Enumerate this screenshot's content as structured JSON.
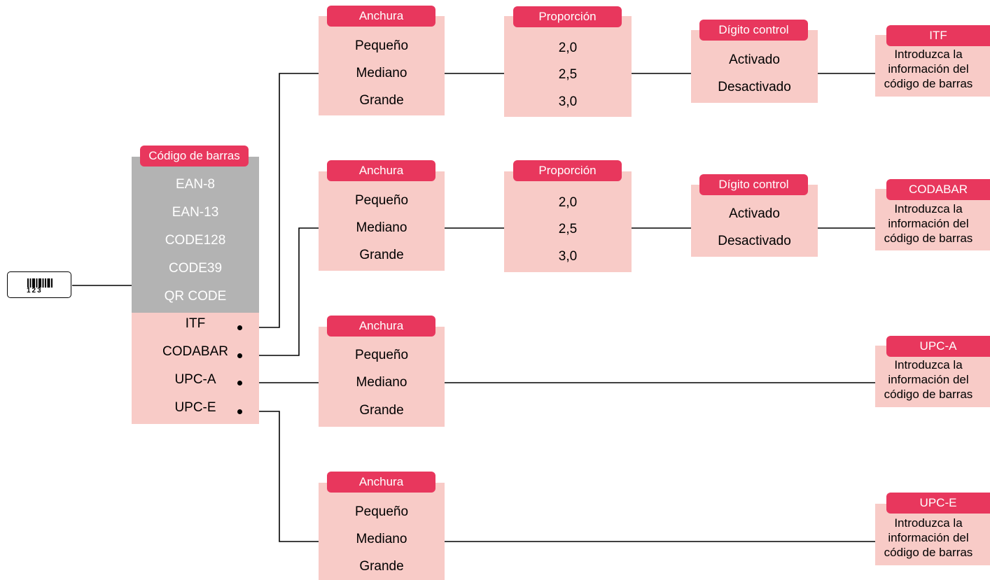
{
  "main_menu": {
    "header": "Código de barras",
    "unsupported_items": [
      "EAN-8",
      "EAN-13",
      "CODE128",
      "CODE39",
      "QR CODE"
    ],
    "options": [
      "ITF",
      "CODABAR",
      "UPC-A",
      "UPC-E"
    ]
  },
  "barcode_icon": {
    "icon": "barcode-icon",
    "digits": "123"
  },
  "branches": [
    {
      "width": {
        "header": "Anchura",
        "options": [
          "Pequeño",
          "Mediano",
          "Grande"
        ]
      },
      "ratio": {
        "header": "Proporción",
        "options": [
          "2,0",
          "2,5",
          "3,0"
        ]
      },
      "check_digit": {
        "header": "Dígito control",
        "options": [
          "Activado",
          "Desactivado"
        ]
      },
      "input": {
        "header": "ITF",
        "text": [
          "Introduzca la",
          "información del",
          "código de barras"
        ]
      }
    },
    {
      "width": {
        "header": "Anchura",
        "options": [
          "Pequeño",
          "Mediano",
          "Grande"
        ]
      },
      "ratio": {
        "header": "Proporción",
        "options": [
          "2,0",
          "2,5",
          "3,0"
        ]
      },
      "check_digit": {
        "header": "Dígito control",
        "options": [
          "Activado",
          "Desactivado"
        ]
      },
      "input": {
        "header": "CODABAR",
        "text": [
          "Introduzca la",
          "información del",
          "código de barras"
        ]
      }
    },
    {
      "width": {
        "header": "Anchura",
        "options": [
          "Pequeño",
          "Mediano",
          "Grande"
        ]
      },
      "input": {
        "header": "UPC-A",
        "text": [
          "Introduzca la",
          "información del",
          "código de barras"
        ]
      }
    },
    {
      "width": {
        "header": "Anchura",
        "options": [
          "Pequeño",
          "Mediano",
          "Grande"
        ]
      },
      "input": {
        "header": "UPC-E",
        "text": [
          "Introduzca la",
          "información del",
          "código de barras"
        ]
      }
    }
  ],
  "colors": {
    "header": "#e8375d",
    "box": "#f8cbc7",
    "disabled_box": "#b3b3b3",
    "line": "#000000"
  }
}
